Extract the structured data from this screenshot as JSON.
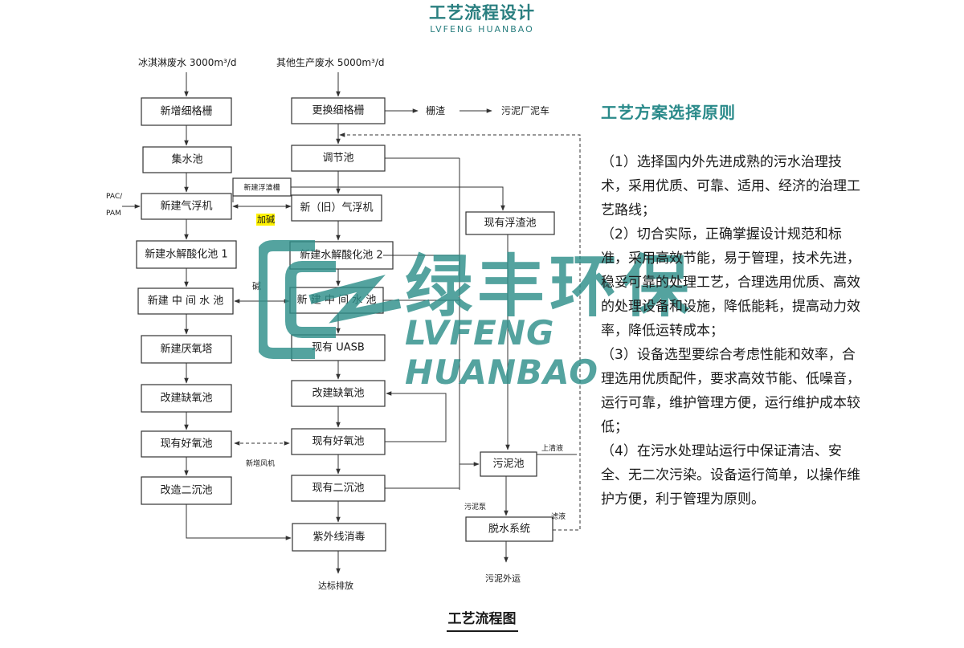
{
  "header": {
    "title": "工艺流程设计",
    "subtitle": "LVFENG  HUANBAO"
  },
  "flow": {
    "left_source": "冰淇淋废水 3000m³/d",
    "right_source": "其他生产废水 5000m³/d",
    "left": [
      "新增细格栅",
      "集水池",
      "新建气浮机",
      "新建水解酸化池 1",
      "新建 中 间 水 池",
      "新建厌氧塔",
      "改建缺氧池",
      "现有好氧池",
      "改造二沉池"
    ],
    "right": [
      "更换细格栅",
      "调节池",
      "新（旧）气浮机",
      "新建水解酸化池 2",
      "新 建 中 间 水 池",
      "现有 UASB",
      "改建缺氧池",
      "现有好氧池",
      "现有二沉池",
      "紫外线消毒"
    ],
    "slag_box": "新建浮渣槽",
    "float_tank": "现有浮渣池",
    "sludge_tank": "污泥池",
    "dewater": "脱水系统",
    "labels": {
      "pac": "PAC/",
      "pam": "PAM",
      "alkali_add": "加碱",
      "alkali": "碱",
      "grid_slag": "栅渣",
      "sludge_factory": "污泥厂泥车",
      "fan": "新增风机",
      "discharge": "达标排放",
      "supernatant": "上清液",
      "sludge_pump": "污泥泵",
      "filtrate": "滤液",
      "sludge_out": "污泥外运"
    }
  },
  "principles": {
    "title": "工艺方案选择原则",
    "items": [
      "（1）选择国内外先进成熟的污水治理技术，采用优质、可靠、适用、经济的治理工艺路线；",
      "（2）切合实际，正确掌握设计规范和标准，采用高效节能，易于管理，技术先进，稳妥可靠的处理工艺，合理选用优质、高效的处理设备和设施，降低能耗，提高动力效率，降低运转成本；",
      "（3）设备选型要综合考虑性能和效率，合理选用优质配件，要求高效节能、低噪音，运行可靠，维护管理方便，运行维护成本较低；",
      "（4）在污水处理站运行中保证清洁、安全、无二次污染。设备运行简单，以操作维护方便，利于管理为原则。"
    ]
  },
  "watermark": {
    "cn": "绿丰环保",
    "en": "LVFENG HUANBAO"
  },
  "caption": "工艺流程图",
  "colors": {
    "brand": "#2a8a8a",
    "line": "#333333",
    "highlight": "#fff200"
  }
}
